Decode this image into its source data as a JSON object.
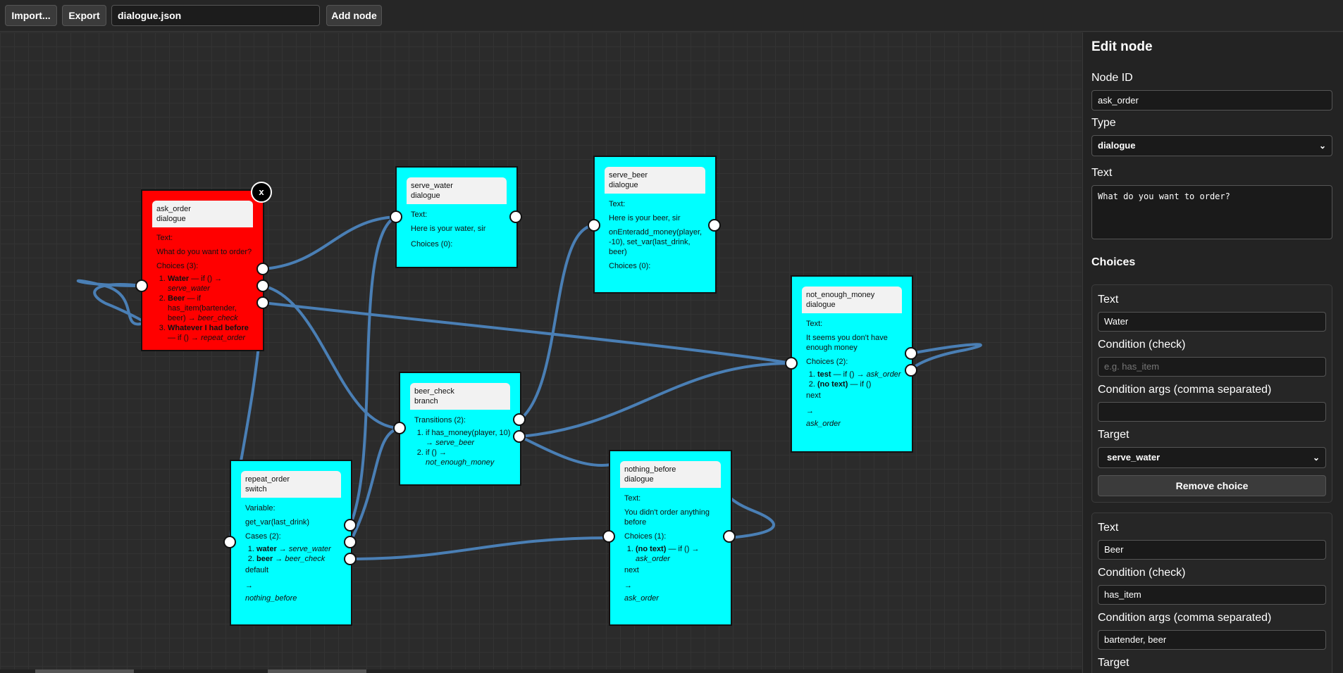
{
  "toolbar": {
    "import_label": "Import...",
    "export_label": "Export",
    "filename": "dialogue.json",
    "add_node_label": "Add node"
  },
  "nodes": {
    "ask_order": {
      "id": "ask_order",
      "type": "dialogue",
      "text_label": "Text:",
      "text": "What do you want to order?",
      "choices_label": "Choices (3):",
      "c1_bold": "Water",
      "c1_rest": " — if () → ",
      "c1_target": "serve_water",
      "c2_bold": "Beer",
      "c2_rest": " — if has_item(bartender, beer) → ",
      "c2_target": "beer_check",
      "c3_bold": "Whatever I had before",
      "c3_rest": " — if () → ",
      "c3_target": "repeat_order"
    },
    "serve_water": {
      "id": "serve_water",
      "type": "dialogue",
      "text_label": "Text:",
      "text": "Here is your water, sir",
      "choices_label": "Choices (0):"
    },
    "serve_beer": {
      "id": "serve_beer",
      "type": "dialogue",
      "text_label": "Text:",
      "text": "Here is your beer, sir",
      "on_enter": "onEnteradd_money(player, -10), set_var(last_drink, beer)",
      "choices_label": "Choices (0):"
    },
    "not_enough_money": {
      "id": "not_enough_money",
      "type": "dialogue",
      "text_label": "Text:",
      "text": "It seems you don't have enough money",
      "choices_label": "Choices (2):",
      "c1_bold": "test",
      "c1_rest": " — if () → ",
      "c1_target": "ask_order",
      "c2_bold": "(no text)",
      "c2_rest": " — if ()",
      "next_label": "next",
      "arrow": "→",
      "next_target": "ask_order"
    },
    "beer_check": {
      "id": "beer_check",
      "type": "branch",
      "transitions_label": "Transitions (2):",
      "t1_rest": "if has_money(player, 10) → ",
      "t1_target": "serve_beer",
      "t2_rest": "if () → ",
      "t2_target": "not_enough_money"
    },
    "repeat_order": {
      "id": "repeat_order",
      "type": "switch",
      "variable_label": "Variable:",
      "variable": "get_var(last_drink)",
      "cases_label": "Cases (2):",
      "c1_bold": "water",
      "c1_rest": " → ",
      "c1_target": "serve_water",
      "c2_bold": "beer",
      "c2_rest": " → ",
      "c2_target": "beer_check",
      "default_label": "default",
      "arrow": "→",
      "default_target": "nothing_before"
    },
    "nothing_before": {
      "id": "nothing_before",
      "type": "dialogue",
      "text_label": "Text:",
      "text": "You didn't order anything before",
      "choices_label": "Choices (1):",
      "c1_bold": "(no text)",
      "c1_rest": " — if () → ",
      "c1_target": "ask_order",
      "next_label": "next",
      "arrow": "→",
      "next_target": "ask_order"
    }
  },
  "close_label": "x",
  "panel": {
    "title": "Edit node",
    "node_id_label": "Node ID",
    "node_id": "ask_order",
    "type_label": "Type",
    "type": "dialogue",
    "text_label": "Text",
    "text": "What do you want to order?",
    "choices_title": "Choices",
    "choice1": {
      "text_label": "Text",
      "text": "Water",
      "condition_label": "Condition (check)",
      "condition_placeholder": "e.g. has_item",
      "args_label": "Condition args (comma separated)",
      "args": "",
      "target_label": "Target",
      "target": "serve_water",
      "remove_label": "Remove choice"
    },
    "choice2": {
      "text_label": "Text",
      "text": "Beer",
      "condition_label": "Condition (check)",
      "condition": "has_item",
      "args_label": "Condition args (comma separated)",
      "args": "bartender, beer",
      "target_label": "Target"
    }
  },
  "colors": {
    "wire": "#4a7fb5",
    "node_default": "#00ffff",
    "node_selected": "#ff0000"
  },
  "icons": {
    "select_chevron": "chevron-down-icon"
  }
}
